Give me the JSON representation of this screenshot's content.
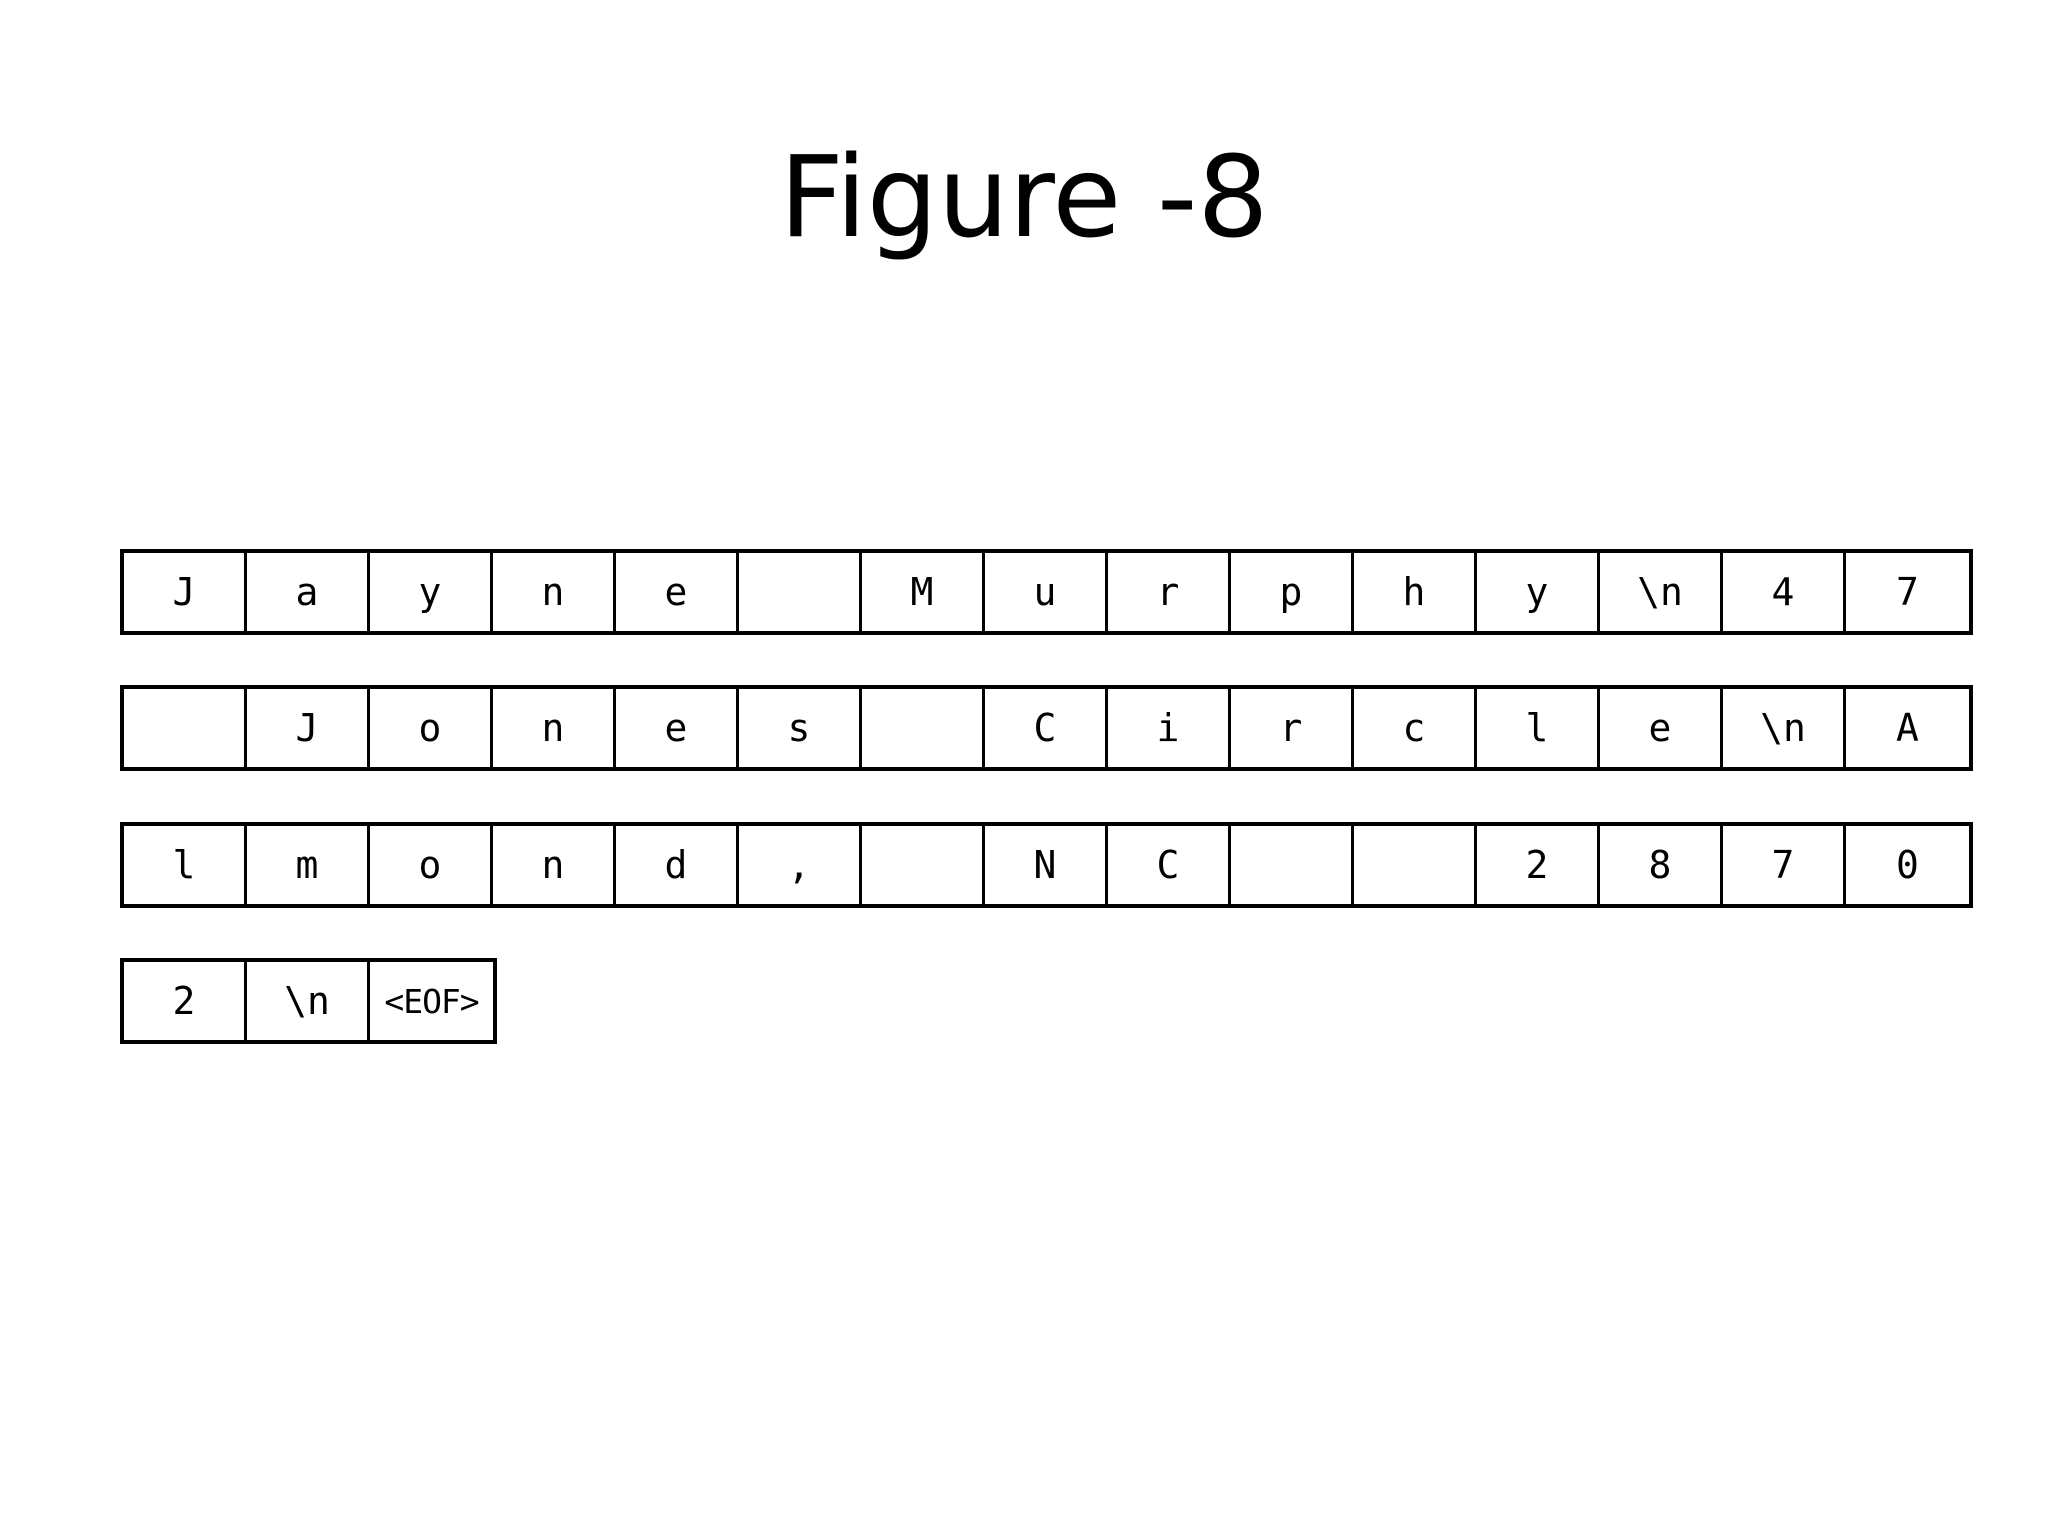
{
  "title": "Figure -8",
  "rows": [
    [
      "J",
      "a",
      "y",
      "n",
      "e",
      " ",
      "M",
      "u",
      "r",
      "p",
      "h",
      "y",
      "\\n",
      "4",
      "7"
    ],
    [
      " ",
      "J",
      "o",
      "n",
      "e",
      "s",
      " ",
      "C",
      "i",
      "r",
      "c",
      "l",
      "e",
      "\\n",
      "A"
    ],
    [
      "l",
      "m",
      "o",
      "n",
      "d",
      ",",
      " ",
      "N",
      "C",
      " ",
      " ",
      "2",
      "8",
      "7",
      "0"
    ],
    [
      "2",
      "\\n",
      "<EOF>"
    ]
  ]
}
